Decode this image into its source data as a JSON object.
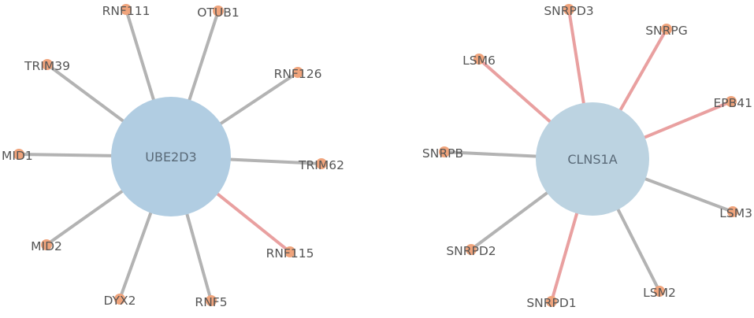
{
  "colors": {
    "hub_fill": "#b1cde2",
    "hub_fill_alt": "#bcd3e1",
    "leaf_fill": "#f0a47c",
    "edge_gray": "#b3b3b3",
    "edge_red": "#e9a0a0",
    "label_text": "#555555"
  },
  "networks": [
    {
      "hub": {
        "label": "UBE2D3"
      },
      "leaves": [
        {
          "label": "RNF111",
          "edge": "gray"
        },
        {
          "label": "OTUB1",
          "edge": "gray"
        },
        {
          "label": "TRIM39",
          "edge": "gray"
        },
        {
          "label": "RNF126",
          "edge": "gray"
        },
        {
          "label": "MID1",
          "edge": "gray"
        },
        {
          "label": "TRIM62",
          "edge": "gray"
        },
        {
          "label": "MID2",
          "edge": "gray"
        },
        {
          "label": "RNF115",
          "edge": "red"
        },
        {
          "label": "DYX2",
          "edge": "gray"
        },
        {
          "label": "RNF5",
          "edge": "gray"
        }
      ]
    },
    {
      "hub": {
        "label": "CLNS1A"
      },
      "leaves": [
        {
          "label": "SNRPD3",
          "edge": "red"
        },
        {
          "label": "SNRPG",
          "edge": "red"
        },
        {
          "label": "LSM6",
          "edge": "red"
        },
        {
          "label": "EPB41",
          "edge": "red"
        },
        {
          "label": "SNRPB",
          "edge": "gray"
        },
        {
          "label": "LSM3",
          "edge": "gray"
        },
        {
          "label": "SNRPD2",
          "edge": "gray"
        },
        {
          "label": "LSM2",
          "edge": "gray"
        },
        {
          "label": "SNRPD1",
          "edge": "red"
        }
      ]
    }
  ]
}
